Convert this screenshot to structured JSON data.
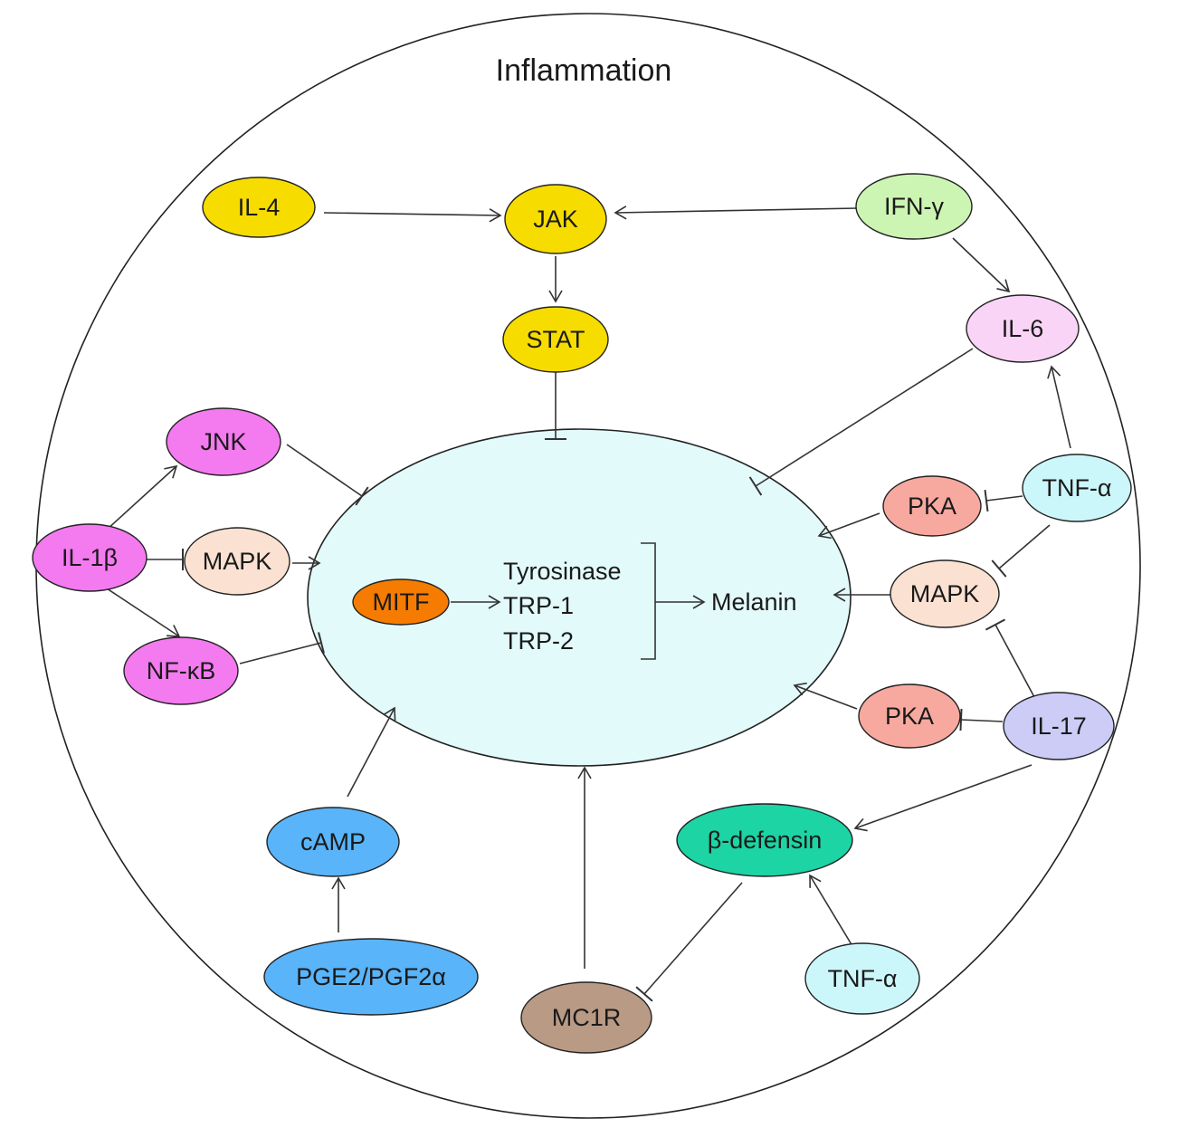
{
  "title": "Inflammation",
  "nodes": {
    "il4": {
      "label": "IL-4",
      "color": "#f7dc00"
    },
    "jak": {
      "label": "JAK",
      "color": "#f7dc00"
    },
    "stat": {
      "label": "STAT",
      "color": "#f7dc00"
    },
    "ifng": {
      "label": "IFN-γ",
      "color": "#ccf5b3"
    },
    "il6": {
      "label": "IL-6",
      "color": "#fad4f7"
    },
    "tnfa_right": {
      "label": "TNF-α",
      "color": "#ccf7fa"
    },
    "pka_top": {
      "label": "PKA",
      "color": "#f7a9a0"
    },
    "mapk_right": {
      "label": "MAPK",
      "color": "#fbe1d2"
    },
    "pka_bottom": {
      "label": "PKA",
      "color": "#f7a9a0"
    },
    "il17": {
      "label": "IL-17",
      "color": "#ccccf7"
    },
    "jnk": {
      "label": "JNK",
      "color": "#f47af0"
    },
    "il1b": {
      "label": "IL-1β",
      "color": "#f47af0"
    },
    "mapk_left": {
      "label": "MAPK",
      "color": "#fbe1d2"
    },
    "nfkb": {
      "label": "NF-κB",
      "color": "#f47af0"
    },
    "camp": {
      "label": "cAMP",
      "color": "#59b4fa"
    },
    "pge2": {
      "label": "PGE2/PGF2α",
      "color": "#59b4fa"
    },
    "mc1r": {
      "label": "MC1R",
      "color": "#b89a85"
    },
    "bdef": {
      "label": "β-defensin",
      "color": "#1cd4a4"
    },
    "tnfa_bottom": {
      "label": "TNF-α",
      "color": "#ccf7fa"
    },
    "mitf": {
      "label": "MITF",
      "color": "#f57c00"
    }
  },
  "center": {
    "color": "#e3fafa",
    "enzymes": [
      "Tyrosinase",
      "TRP-1",
      "TRP-2"
    ],
    "product": "Melanin"
  }
}
